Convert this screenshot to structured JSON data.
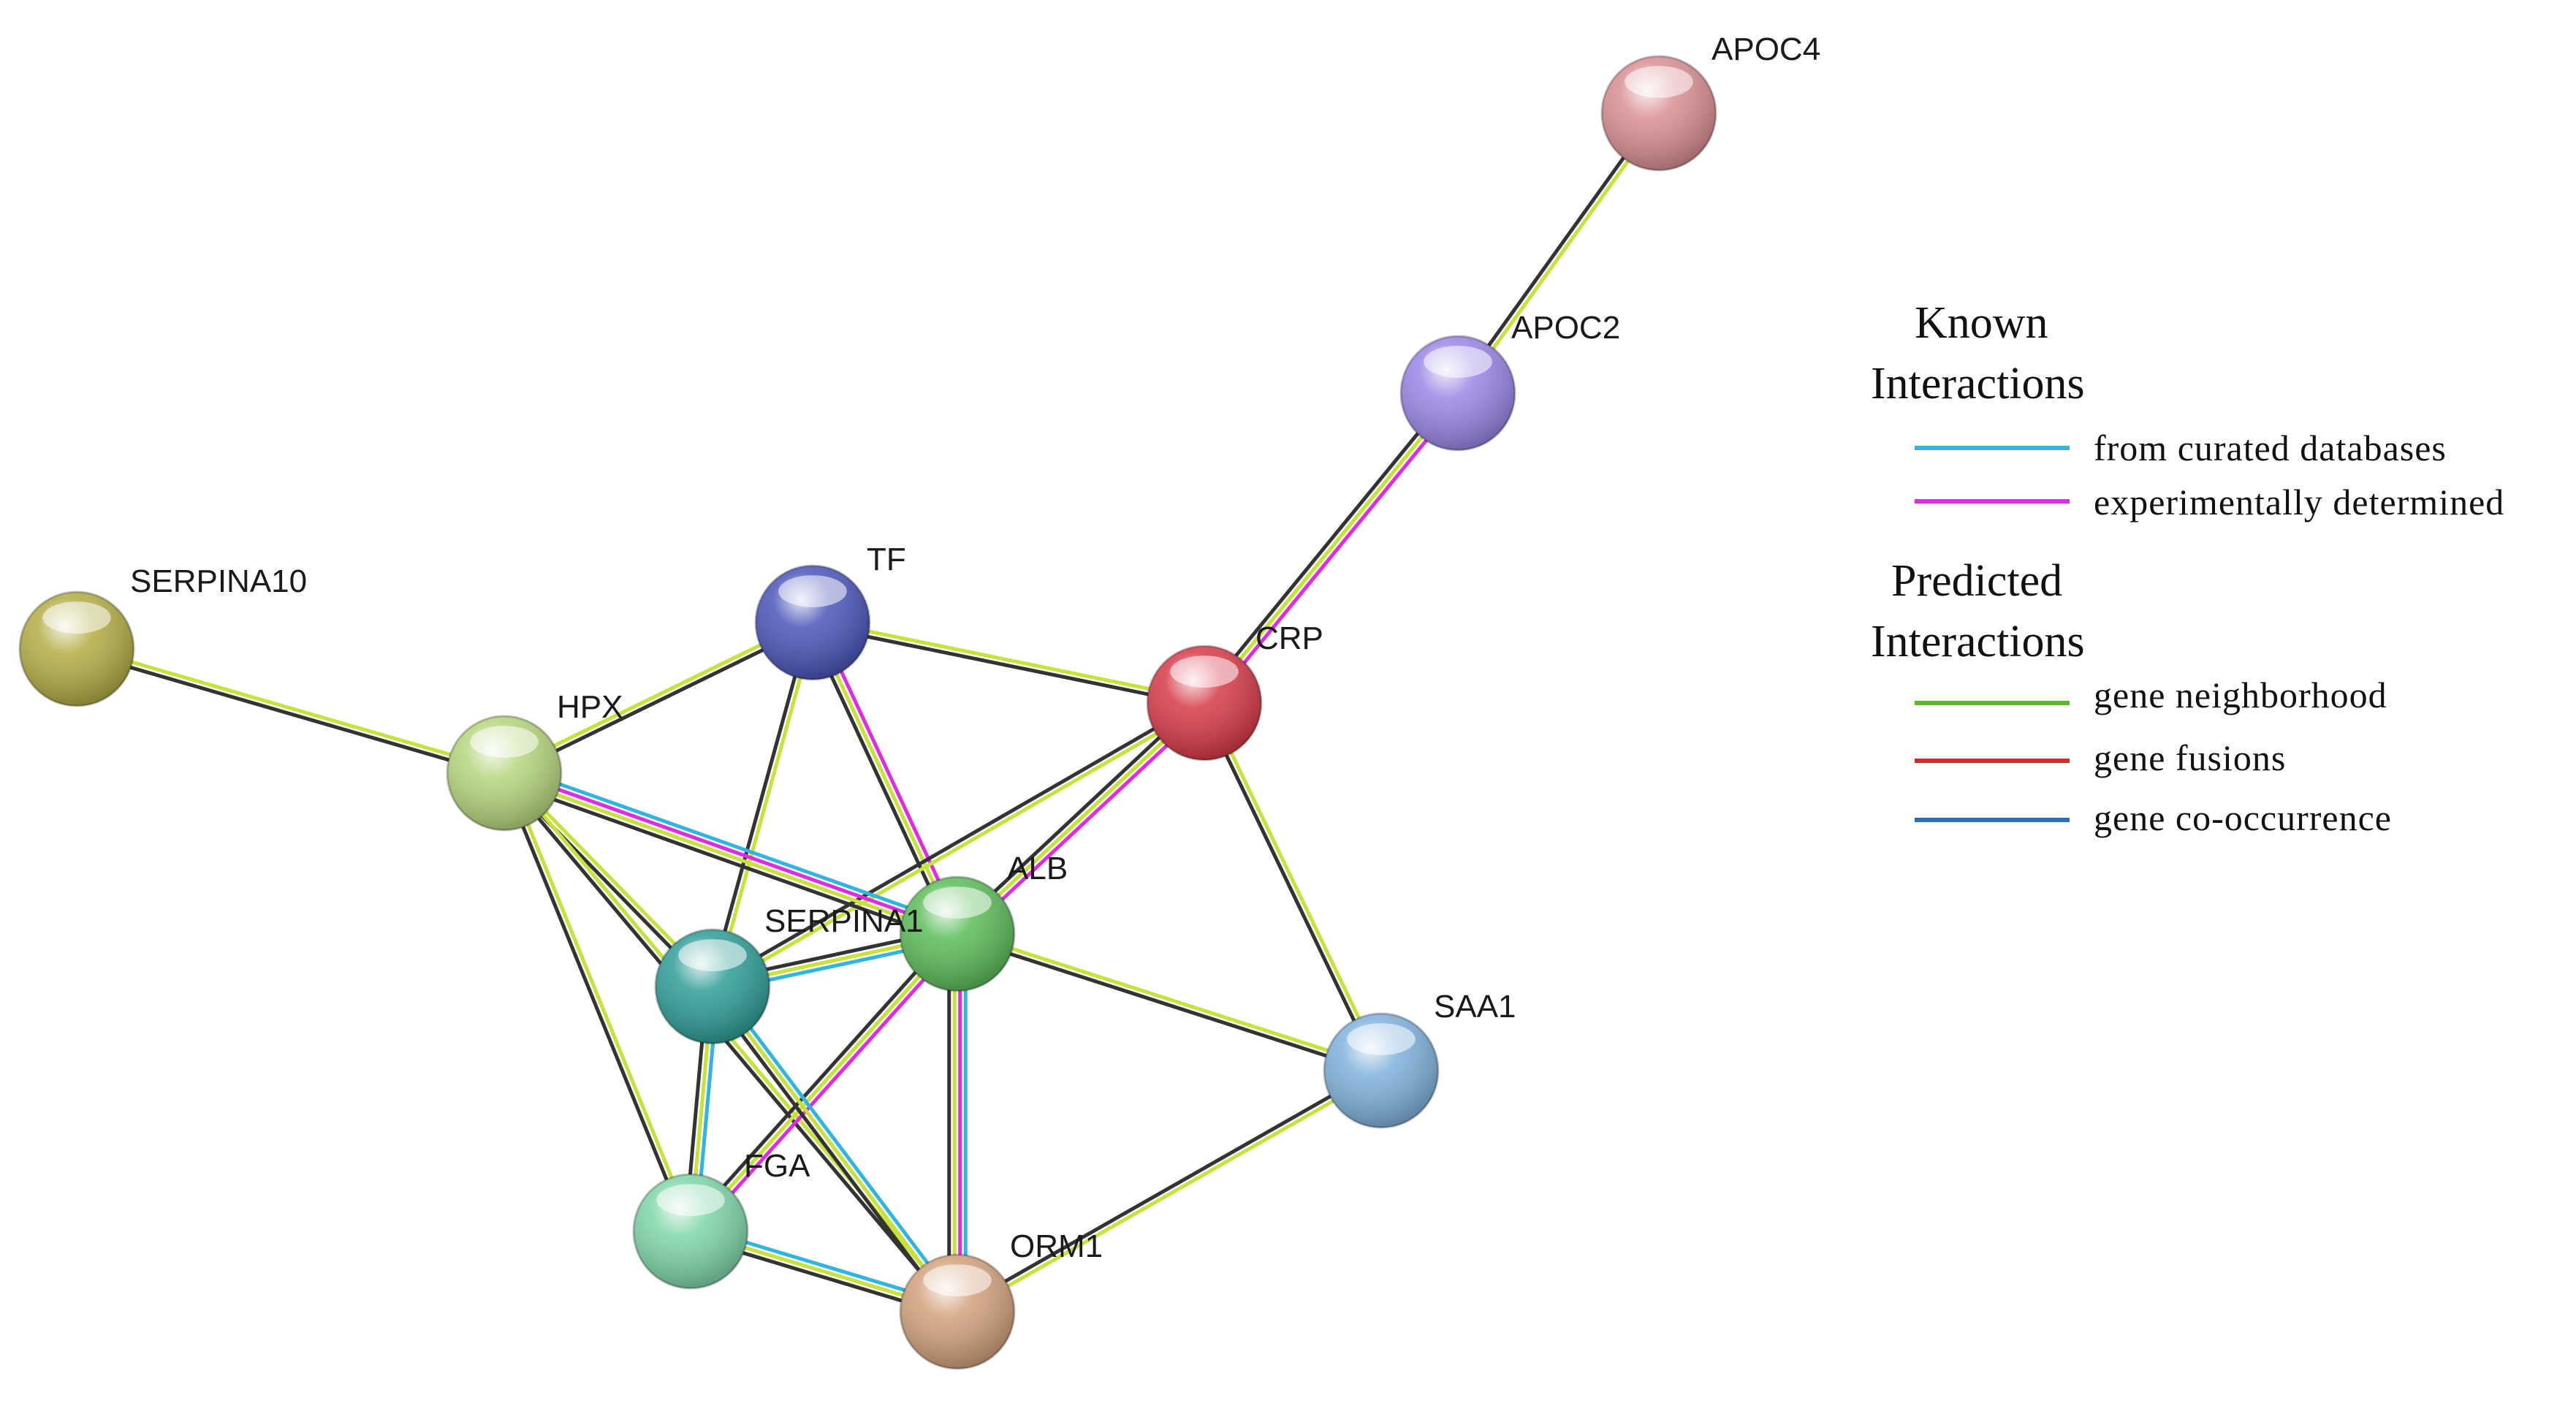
{
  "network": {
    "nodes": [
      {
        "id": "APOC4",
        "label": "APOC4",
        "color": "#d98f92"
      },
      {
        "id": "APOC2",
        "label": "APOC2",
        "color": "#9b85e6"
      },
      {
        "id": "SERPINA10",
        "label": "SERPINA10",
        "color": "#b3ad45"
      },
      {
        "id": "TF",
        "label": "TF",
        "color": "#4a55b8"
      },
      {
        "id": "CRP",
        "label": "CRP",
        "color": "#d63a48"
      },
      {
        "id": "HPX",
        "label": "HPX",
        "color": "#b5d67e"
      },
      {
        "id": "ALB",
        "label": "ALB",
        "color": "#5cbc5a"
      },
      {
        "id": "SERPINA1",
        "label": "SERPINA1",
        "color": "#2f9d96"
      },
      {
        "id": "SAA1",
        "label": "SAA1",
        "color": "#7fb2dc"
      },
      {
        "id": "FGA",
        "label": "FGA",
        "color": "#7fd6a8"
      },
      {
        "id": "ORM1",
        "label": "ORM1",
        "color": "#d3a17c"
      }
    ],
    "edges": [
      {
        "a": "APOC4",
        "b": "APOC2",
        "types": [
          "textmining",
          "coexpression"
        ]
      },
      {
        "a": "APOC2",
        "b": "CRP",
        "types": [
          "experimental",
          "textmining",
          "coexpression"
        ]
      },
      {
        "a": "SERPINA10",
        "b": "HPX",
        "types": [
          "textmining",
          "coexpression"
        ]
      },
      {
        "a": "HPX",
        "b": "TF",
        "types": [
          "textmining",
          "coexpression"
        ]
      },
      {
        "a": "TF",
        "b": "CRP",
        "types": [
          "textmining",
          "coexpression"
        ]
      },
      {
        "a": "TF",
        "b": "ALB",
        "types": [
          "experimental",
          "textmining",
          "coexpression"
        ]
      },
      {
        "a": "TF",
        "b": "SERPINA1",
        "types": [
          "textmining",
          "coexpression"
        ]
      },
      {
        "a": "CRP",
        "b": "ALB",
        "types": [
          "experimental",
          "textmining",
          "coexpression"
        ]
      },
      {
        "a": "CRP",
        "b": "SERPINA1",
        "types": [
          "textmining",
          "coexpression"
        ]
      },
      {
        "a": "CRP",
        "b": "SAA1",
        "types": [
          "textmining",
          "coexpression"
        ]
      },
      {
        "a": "HPX",
        "b": "ALB",
        "types": [
          "curated",
          "experimental",
          "textmining",
          "coexpression"
        ]
      },
      {
        "a": "HPX",
        "b": "SERPINA1",
        "types": [
          "textmining",
          "coexpression"
        ]
      },
      {
        "a": "HPX",
        "b": "FGA",
        "types": [
          "textmining",
          "coexpression"
        ]
      },
      {
        "a": "HPX",
        "b": "ORM1",
        "types": [
          "textmining",
          "coexpression"
        ]
      },
      {
        "a": "ALB",
        "b": "SERPINA1",
        "types": [
          "curated",
          "textmining",
          "coexpression"
        ]
      },
      {
        "a": "ALB",
        "b": "SAA1",
        "types": [
          "textmining",
          "coexpression"
        ]
      },
      {
        "a": "ALB",
        "b": "FGA",
        "types": [
          "experimental",
          "textmining",
          "coexpression"
        ]
      },
      {
        "a": "ALB",
        "b": "ORM1",
        "types": [
          "curated",
          "experimental",
          "textmining",
          "coexpression"
        ]
      },
      {
        "a": "SERPINA1",
        "b": "FGA",
        "types": [
          "curated",
          "textmining",
          "coexpression"
        ]
      },
      {
        "a": "SERPINA1",
        "b": "ORM1",
        "types": [
          "curated",
          "textmining",
          "coexpression"
        ]
      },
      {
        "a": "FGA",
        "b": "ORM1",
        "types": [
          "curated",
          "textmining",
          "coexpression"
        ]
      },
      {
        "a": "SAA1",
        "b": "ORM1",
        "types": [
          "textmining",
          "coexpression"
        ]
      }
    ],
    "edge_colors": {
      "curated": "#2fb5e0",
      "experimental": "#e22be0",
      "textmining": "#c8e23a",
      "coexpression": "#333333"
    }
  },
  "legend": {
    "known_title": [
      "Known",
      "Interactions"
    ],
    "known_items": [
      {
        "label": "from curated databases",
        "color": "#2fb5e0"
      },
      {
        "label": "experimentally determined",
        "color": "#e22be0"
      }
    ],
    "predicted_title": [
      "Predicted",
      "Interactions"
    ],
    "predicted_items": [
      {
        "label": "gene neighborhood",
        "color": "#5cb82e"
      },
      {
        "label": "gene fusions",
        "color": "#d42a2a"
      },
      {
        "label": "gene co-occurrence",
        "color": "#2a70c0"
      }
    ]
  }
}
